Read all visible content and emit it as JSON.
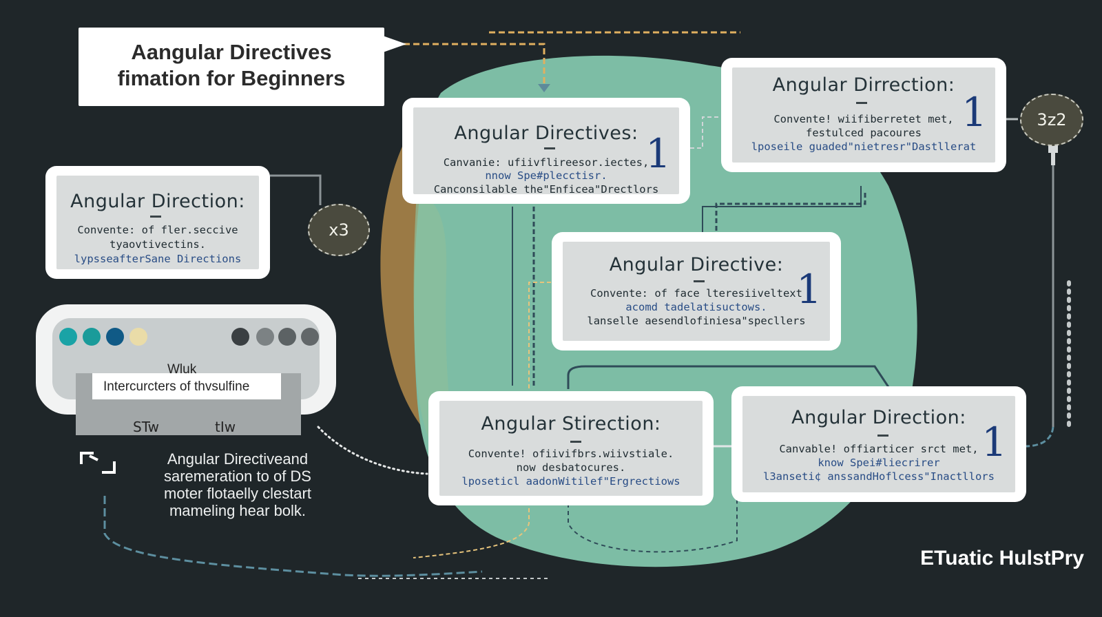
{
  "title": {
    "line1": "Aangular Directives",
    "line2": "fimation for Beginners"
  },
  "cards": [
    {
      "title": "Angular Direction:",
      "lines": [
        "Convente: of fler.seccive",
        "tyaovtivectins.",
        "lypsseafterSane Directions"
      ],
      "num": ""
    },
    {
      "title": "Angular Directives:",
      "lines": [
        "Canvanie: ufiivflireesor.iectes,",
        "nnow Spe#plecctisr.",
        "Canconsilable the\"Enficea\"Drectlors"
      ],
      "num": "1"
    },
    {
      "title": "Angular Dirrection:",
      "lines": [
        "Convente! wiifiberretet met,",
        "festulced pacoures",
        "lposeile guaded\"nietresr\"Dastllerat"
      ],
      "num": "1"
    },
    {
      "title": "Angular Directive:",
      "lines": [
        "Convente: of face lteresiiveltext",
        "acomd tadelatisuctows.",
        "lanselle aesendlofiniesa\"specllers"
      ],
      "num": "1"
    },
    {
      "title": "Angular Stirection:",
      "lines": [
        "Convente! ofiivifbrs.wiivstiale.",
        "now desbatocures.",
        "lposeticl aadonWitilef\"Ergrectiows"
      ],
      "num": ""
    },
    {
      "title": "Angular Direction:",
      "lines": [
        "Canvable! offiarticer srct met,",
        "know Spei#liecrirer",
        "l3anseti¢ anssandHoflcess\"Inactllors"
      ],
      "num": "1"
    }
  ],
  "device": {
    "line1": "Wluk",
    "line2": "Intercurcters of thvsulfine",
    "label_left": "STw",
    "label_right": "tIw"
  },
  "paragraph": {
    "lines": [
      "Angular Directiveand",
      "saremeration to of DS",
      "moter flotaelly clestart",
      "mameling hear bolk."
    ]
  },
  "badges": {
    "left": "x3",
    "right": "3z2"
  },
  "brand": "ETuatic HulstPry",
  "colors": {
    "background": "#1f2629",
    "blob_green": "#7dbda5",
    "blob_brown": "#9b7a45",
    "card_number": "#1b3a78",
    "dot_1": "#1aa3a6",
    "dot_2": "#1a9b9a",
    "dot_3": "#105a86",
    "dot_4": "#eadca8",
    "dot_5": "#3a3f42",
    "dot_6": "#7c8284",
    "dot_7": "#5c6264",
    "dot_8": "#626769"
  },
  "icons": [
    "corner-bracket-icon",
    "left-badge-icon",
    "right-badge-icon",
    "plug-icon"
  ]
}
